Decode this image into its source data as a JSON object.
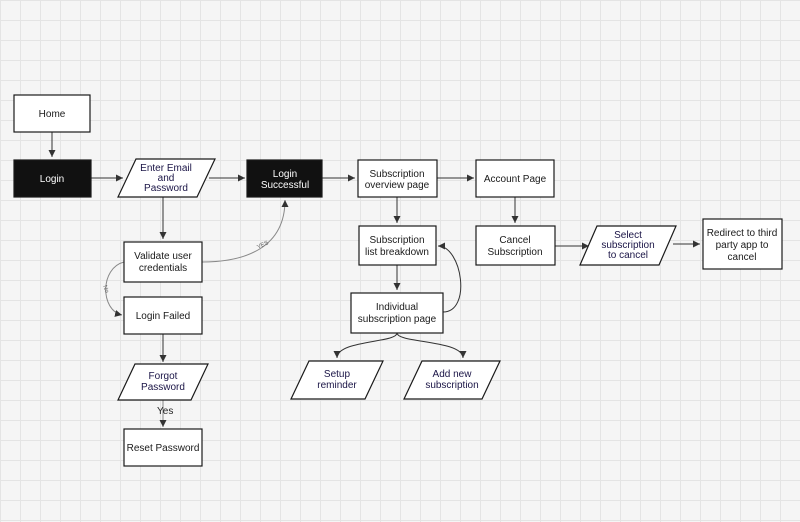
{
  "nodes": {
    "home": "Home",
    "login": "Login",
    "enter_email": [
      "Enter Email",
      "and",
      "Password"
    ],
    "login_successful": [
      "Login",
      "Successful"
    ],
    "validate": [
      "Validate user",
      "credentials"
    ],
    "login_failed": "Login Failed",
    "forgot_password": [
      "Forgot",
      "Password"
    ],
    "reset_password": "Reset Password",
    "subscription_overview": [
      "Subscription",
      "overview page"
    ],
    "subscription_list": [
      "Subscription",
      "list breakdown"
    ],
    "individual_subscription": [
      "Individual",
      "subscription page"
    ],
    "setup_reminder": [
      "Setup",
      "reminder"
    ],
    "add_new_subscription": [
      "Add new",
      "subscription"
    ],
    "account_page": "Account Page",
    "cancel_subscription": [
      "Cancel",
      "Subscription"
    ],
    "select_subscription": [
      "Select",
      "subscription",
      "to cancel"
    ],
    "redirect": [
      "Redirect to third",
      "party app to",
      "cancel"
    ]
  },
  "edge_labels": {
    "yes_to_success": "YES",
    "no_to_failed": "No",
    "yes_to_reset": "Yes"
  },
  "colors": {
    "dark_fill": "#111111",
    "light_fill": "#ffffff",
    "stroke": "#1a1a1a",
    "io_text": "#1a1446"
  }
}
